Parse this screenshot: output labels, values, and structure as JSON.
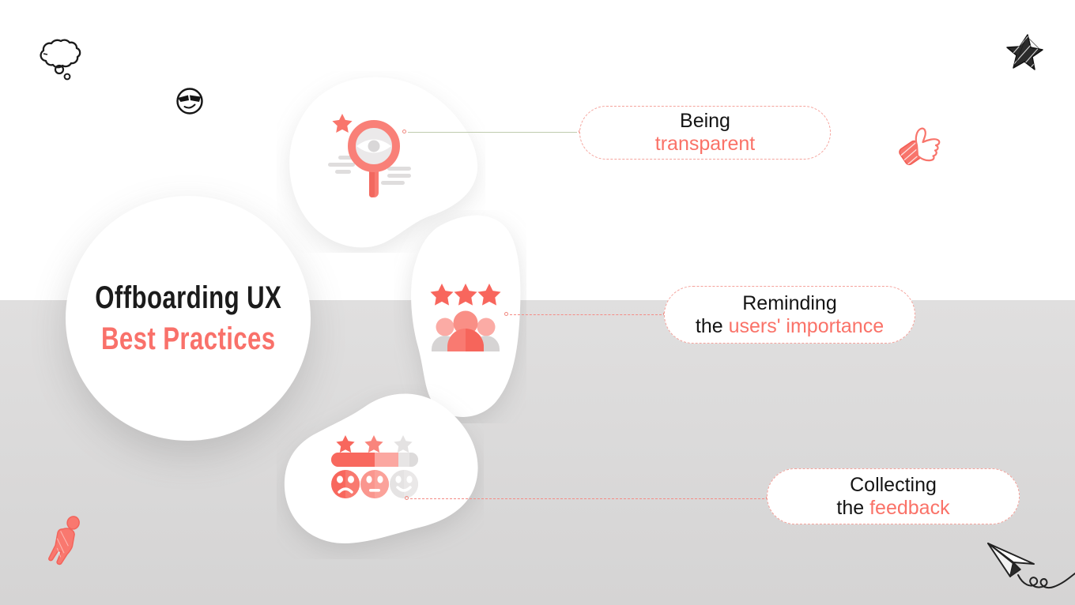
{
  "title": {
    "line1": "Offboarding UX",
    "line2": "Best Practices"
  },
  "callouts": [
    {
      "line1": "Being",
      "line2_prefix": "",
      "line2_accent": "transparent"
    },
    {
      "line1": "Reminding",
      "line2_prefix": "the ",
      "line2_accent": "users' importance"
    },
    {
      "line1": "Collecting",
      "line2_prefix": "the ",
      "line2_accent": "feedback"
    }
  ],
  "icons": {
    "practice1": "magnifier-eye-icon",
    "practice2": "rating-stars-and-user-group-icon",
    "practice3": "feedback-scale-faces-icon",
    "decorations": [
      "thought-bubble-icon",
      "sunglasses-smiley-icon",
      "sketch-star-icon",
      "thumbs-up-icon",
      "person-icon",
      "paper-plane-icon"
    ]
  },
  "colors": {
    "accent": "#F9716A",
    "accent_deep": "#F6655B",
    "accent_light": "#FBA7A1",
    "dash_border": "#F5A39C",
    "text_dark": "#1B1B1B",
    "background_top": "#FFFFFF",
    "background_bottom": "#DADADA",
    "icon_gray": "#E5E3E3"
  }
}
